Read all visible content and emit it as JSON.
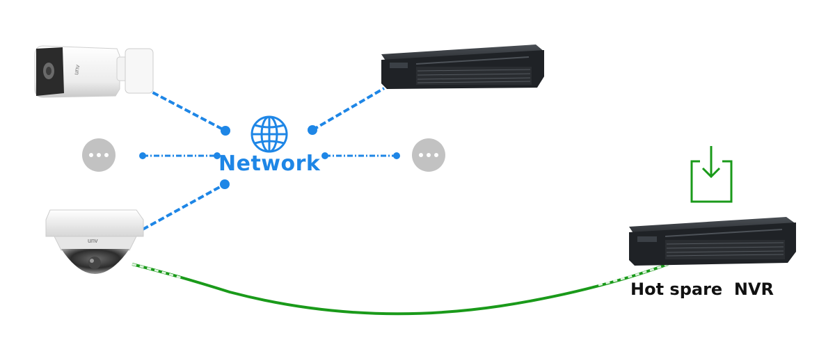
{
  "diagram": {
    "network_label": "Network",
    "hot_spare_label": "Hot spare  NVR",
    "camera_logo": "unv",
    "colors": {
      "network_blue": "#1e86e6",
      "hot_spare_green": "#1a9a1a",
      "placeholder_gray": "#c2c2c2",
      "nvr_body": "#1f2226"
    },
    "icons": [
      "globe-icon",
      "download-box-icon",
      "more-dots-icon"
    ]
  }
}
